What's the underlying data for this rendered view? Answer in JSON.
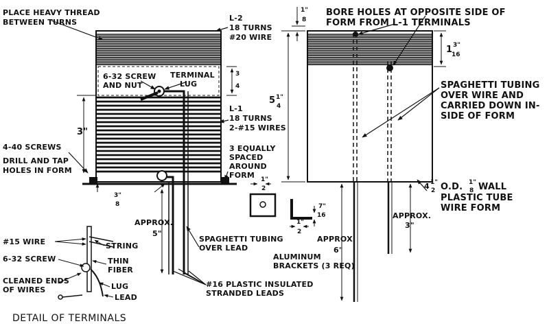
{
  "labels": {
    "heavy_thread_1": "PLACE HEAVY THREAD",
    "heavy_thread_2": "BETWEEN TURNS",
    "l2_1": "L-2",
    "l2_2": "18 TURNS",
    "l2_3": "#20 WIRE",
    "screw_1": "6-32 SCREW",
    "screw_2": "AND NUT",
    "lug_1": "TERMINAL",
    "lug_2": "LUG",
    "l1_1": "L-1",
    "l1_2": "18 TURNS",
    "l1_3": "2-#15 WIRES",
    "screws440": "4-40 SCREWS",
    "drill_1": "DRILL AND TAP",
    "drill_2": "HOLES IN FORM",
    "spaced_1": "3 EQUALLY",
    "spaced_2": "SPACED",
    "spaced_3": "AROUND",
    "spaced_4": "FORM",
    "bore_1": "BORE HOLES AT OPPOSITE SIDE OF",
    "bore_2": "FORM FROM L-1 TERMINALS",
    "spag_1": "SPAGHETTI TUBING",
    "spag_2": "OVER WIRE AND",
    "spag_3": "CARRIED DOWN IN-",
    "spag_4": "SIDE OF FORM",
    "tube_1": "O.D.",
    "tube_2": "WALL",
    "tube_3": "PLASTIC TUBE",
    "tube_4": "WIRE FORM",
    "approx_1": "APPROX.",
    "approx_2": "APPROX.",
    "approx_3": "APPROX.",
    "spag_lead_1": "SPAGHETTI TUBING",
    "spag_lead_2": "OVER LEAD",
    "alum_1": "ALUMINUM",
    "alum_2": "BRACKETS (3 REQ)",
    "plastic_1": "#16 PLASTIC INSULATED",
    "plastic_2": "STRANDED LEADS",
    "d_wire": "#15 WIRE",
    "d_string": "STRING",
    "d_screw": "6-32 SCREW",
    "d_thin_1": "THIN",
    "d_thin_2": "FIBER",
    "d_clean_1": "CLEANED ENDS",
    "d_clean_2": "OF WIRES",
    "d_lug": "LUG",
    "d_lead": "LEAD",
    "detail_caption": "DETAIL OF TERMINALS"
  },
  "dims": {
    "three_quarter_n": "3",
    "three_quarter_d": "4",
    "three_in": "3\"",
    "three_eighth_n": "3\"",
    "three_eighth_d": "8",
    "five_quarter_w": "5",
    "five_quarter_n": "1\"",
    "five_quarter_d": "4",
    "eighth_n": "1\"",
    "eighth_d": "8",
    "one_3_16_w": "1",
    "one_3_16_n": "3\"",
    "one_3_16_d": "16",
    "half_n": "1\"",
    "half_d": "2",
    "half2_n": "1\"",
    "half2_d": "2",
    "seven_16_n": "7\"",
    "seven_16_d": "16",
    "tube_od_w": "4",
    "tube_od_n": "1\"",
    "tube_od_d": "2",
    "tube_wall_n": "1\"",
    "tube_wall_d": "8",
    "five_in": "5\"",
    "six_in": "6\"",
    "three_in_b": "3\""
  }
}
